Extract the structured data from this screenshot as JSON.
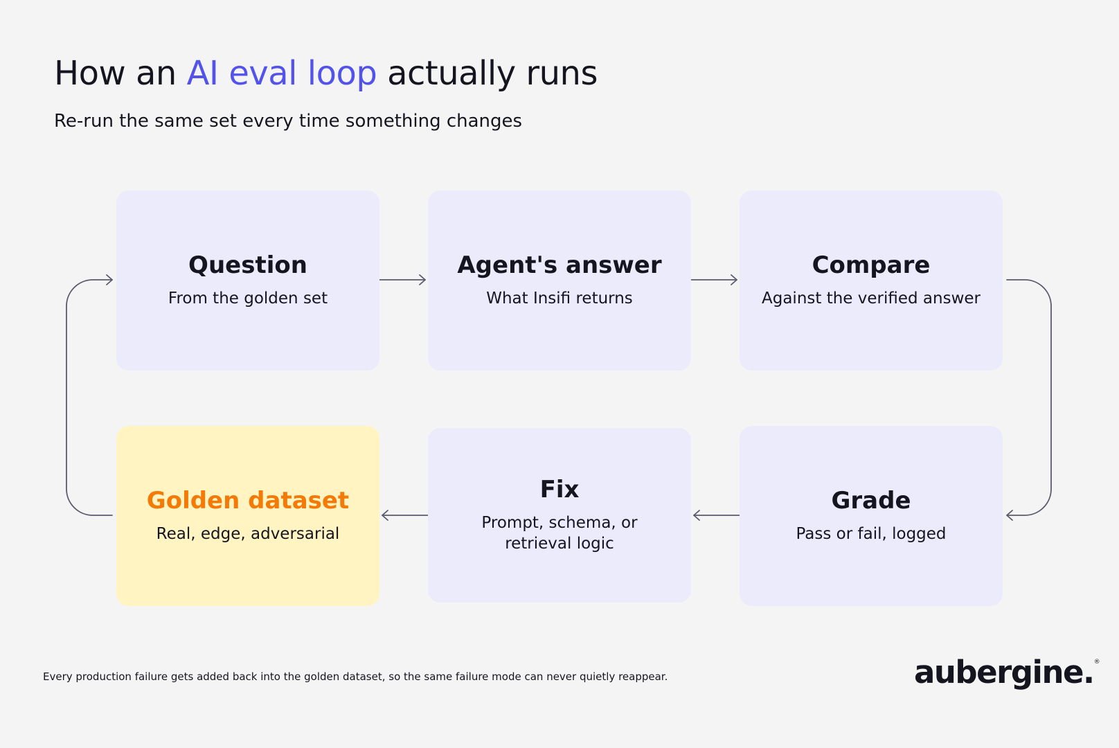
{
  "header": {
    "title_before": "How an ",
    "title_accent": "AI eval loop",
    "title_after": " actually runs",
    "subtitle": "Re-run the same set every time something changes"
  },
  "colors": {
    "accent": "#5353ec",
    "card_bg": "#ebebfb",
    "golden_bg": "#fff4c2",
    "golden_title": "#f47a08",
    "connector": "#5a5a6e"
  },
  "steps": {
    "question": {
      "title": "Question",
      "subtitle": "From the golden set"
    },
    "answer": {
      "title": "Agent's answer",
      "subtitle": "What Insifi returns"
    },
    "compare": {
      "title": "Compare",
      "subtitle": "Against the verified answer"
    },
    "grade": {
      "title": "Grade",
      "subtitle": "Pass or fail, logged"
    },
    "fix": {
      "title": "Fix",
      "subtitle": "Prompt, schema, or retrieval logic"
    },
    "golden": {
      "title": "Golden dataset",
      "subtitle": "Real, edge, adversarial"
    }
  },
  "flow": [
    "question",
    "answer",
    "compare",
    "grade",
    "fix",
    "golden",
    "question"
  ],
  "footer": {
    "note": "Every production failure gets added back into the golden dataset, so the same failure mode can never quietly reappear.",
    "logo": "aubergine.",
    "logo_mark": "®"
  }
}
